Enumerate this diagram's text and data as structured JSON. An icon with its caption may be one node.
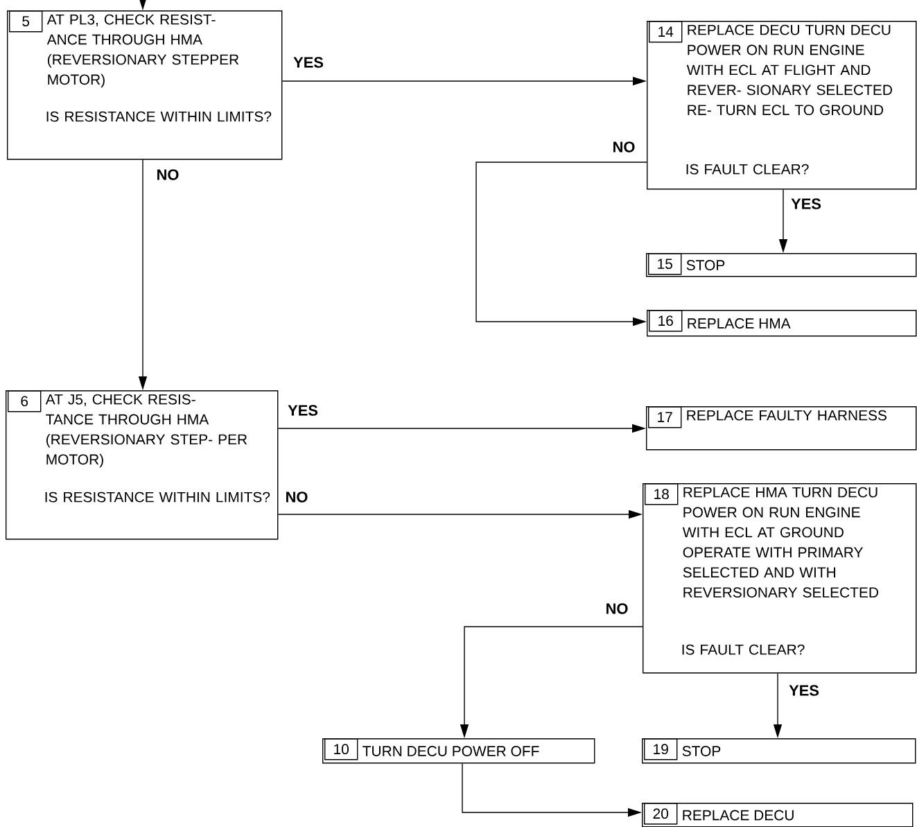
{
  "diagram": {
    "nodes": [
      {
        "text": [
          "5",
          "AT PL3, CHECK RESIST- ANCE THROUGH HMA (REVERSIONARY STEPPER MOTOR)",
          "IS RESISTANCE WITHIN LIMITS?"
        ]
      },
      {
        "text": [
          "14",
          "REPLACE DECU TURN DECU POWER ON RUN ENGINE WITH ECL AT FLIGHT AND REVER- SIONARY SELECTED RE- TURN ECL TO GROUND",
          "IS FAULT CLEAR?"
        ]
      },
      {
        "text": [
          "15",
          "STOP"
        ]
      },
      {
        "text": [
          "16",
          "REPLACE HMA"
        ]
      },
      {
        "text": [
          "6",
          "AT J5, CHECK RESIS- TANCE THROUGH HMA (REVERSIONARY STEP- PER MOTOR)",
          "IS RESISTANCE WITHIN LIMITS?"
        ]
      },
      {
        "text": [
          "17",
          "REPLACE FAULTY HARNESS"
        ]
      },
      {
        "text": [
          "18",
          "REPLACE HMA TURN DECU POWER ON RUN ENGINE WITH ECL AT GROUND OPERATE WITH PRIMARY SELECTED AND WITH REVERSIONARY SELECTED",
          "IS FAULT CLEAR?"
        ]
      },
      {
        "text": [
          "10",
          "TURN DECU POWER OFF"
        ]
      },
      {
        "text": [
          "19",
          "STOP"
        ]
      },
      {
        "text": [
          "20",
          "REPLACE DECU"
        ]
      }
    ],
    "edges": [
      {
        "from": null,
        "to": 0,
        "arrow": "to"
      },
      {
        "from": 0,
        "to": 1,
        "arrow": "to",
        "label": "YES"
      },
      {
        "from": 0,
        "to": 4,
        "arrow": "to",
        "label": "NO"
      },
      {
        "from": 1,
        "to": 2,
        "arrow": "to",
        "label": "YES"
      },
      {
        "from": 1,
        "to": 3,
        "arrow": "to",
        "label": "NO"
      },
      {
        "from": 4,
        "to": 5,
        "arrow": "to",
        "label": "YES"
      },
      {
        "from": 4,
        "to": 6,
        "arrow": "to",
        "label": "NO"
      },
      {
        "from": 6,
        "to": 7,
        "arrow": "to",
        "label": "NO"
      },
      {
        "from": 6,
        "to": 8,
        "arrow": "to",
        "label": "YES"
      },
      {
        "from": 7,
        "to": 9,
        "arrow": "to"
      }
    ]
  }
}
